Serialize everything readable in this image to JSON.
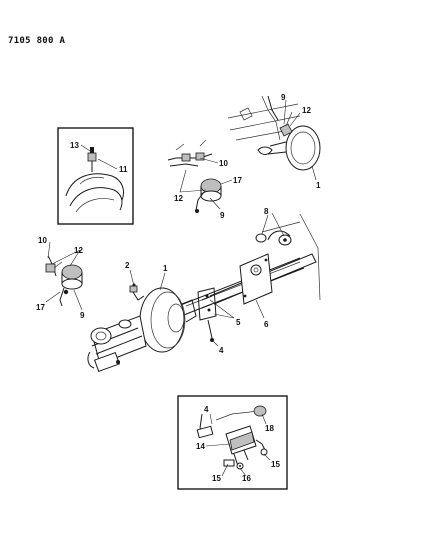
{
  "document": {
    "code": "7105 800 A"
  },
  "callouts": [
    {
      "id": "c-top-9",
      "text": "9"
    },
    {
      "id": "c-top-12",
      "text": "12"
    },
    {
      "id": "c-top-1",
      "text": "1"
    },
    {
      "id": "c-inset-13",
      "text": "13"
    },
    {
      "id": "c-inset-11",
      "text": "11"
    },
    {
      "id": "c-mid-10",
      "text": "10"
    },
    {
      "id": "c-mid-17",
      "text": "17"
    },
    {
      "id": "c-mid-12",
      "text": "12"
    },
    {
      "id": "c-mid-9",
      "text": "9"
    },
    {
      "id": "c-right-8",
      "text": "8"
    },
    {
      "id": "c-left-10",
      "text": "10"
    },
    {
      "id": "c-left-12",
      "text": "12"
    },
    {
      "id": "c-left-17",
      "text": "17"
    },
    {
      "id": "c-left-9",
      "text": "9"
    },
    {
      "id": "c-main-2",
      "text": "2"
    },
    {
      "id": "c-main-1",
      "text": "1"
    },
    {
      "id": "c-main-5",
      "text": "5"
    },
    {
      "id": "c-main-6",
      "text": "6"
    },
    {
      "id": "c-main-4",
      "text": "4"
    },
    {
      "id": "c-bot-4",
      "text": "4"
    },
    {
      "id": "c-bot-18",
      "text": "18"
    },
    {
      "id": "c-bot-14",
      "text": "14"
    },
    {
      "id": "c-bot-15a",
      "text": "15"
    },
    {
      "id": "c-bot-15b",
      "text": "15"
    },
    {
      "id": "c-bot-16",
      "text": "16"
    }
  ]
}
